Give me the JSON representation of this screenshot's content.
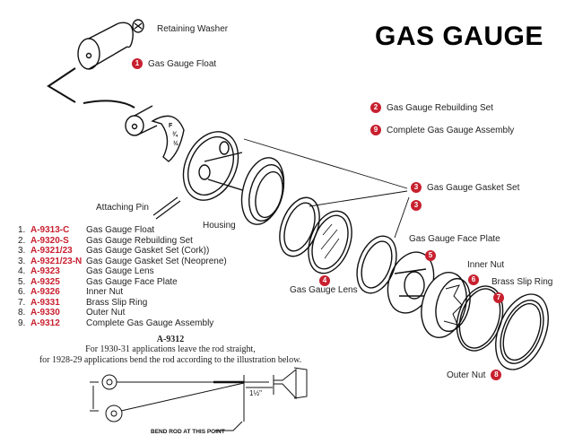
{
  "title": "GAS GAUGE",
  "badge_color": "#c8202f",
  "part_labels": {
    "retaining_washer": "Retaining Washer",
    "float": {
      "badge": "1",
      "text": "Gas Gauge Float"
    },
    "rebuilding_set": {
      "badge": "2",
      "text": "Gas Gauge Rebuilding Set"
    },
    "complete_assembly": {
      "badge": "9",
      "text": "Complete Gas Gauge Assembly"
    },
    "gasket_set": {
      "badge": "3",
      "badge2": "3",
      "text": "Gas Gauge Gasket Set"
    },
    "attaching_pin": "Attaching Pin",
    "housing": "Housing",
    "face_plate": {
      "badge": "5",
      "text": "Gas Gauge Face Plate"
    },
    "lens": {
      "badge": "4",
      "text": "Gas Gauge Lens"
    },
    "inner_nut": {
      "badge": "6",
      "text": "Inner Nut"
    },
    "brass_slip_ring": {
      "badge": "7",
      "text": "Brass Slip Ring"
    },
    "outer_nut": {
      "badge": "8",
      "text": "Outer Nut"
    }
  },
  "parts_list": [
    {
      "num": "1.",
      "code": "A-9313-C",
      "desc": "Gas Gauge Float"
    },
    {
      "num": "2.",
      "code": "A-9320-S",
      "desc": "Gas Gauge Rebuilding Set"
    },
    {
      "num": "3.",
      "code": "A-9321/23",
      "desc": "Gas Gauge Gasket Set (Cork))"
    },
    {
      "num": "3.",
      "code": "A-9321/23-N",
      "desc": "Gas Gauge Gasket Set (Neoprene)"
    },
    {
      "num": "4.",
      "code": "A-9323",
      "desc": "Gas Gauge Lens"
    },
    {
      "num": "5.",
      "code": "A-9325",
      "desc": "Gas Gauge Face Plate"
    },
    {
      "num": "6.",
      "code": "A-9326",
      "desc": "Inner Nut"
    },
    {
      "num": "7.",
      "code": "A-9331",
      "desc": "Brass Slip Ring"
    },
    {
      "num": "8.",
      "code": "A-9330",
      "desc": "Outer Nut"
    },
    {
      "num": "9.",
      "code": "A-9312",
      "desc": "Complete Gas Gauge Assembly"
    }
  ],
  "note": {
    "heading": "A-9312",
    "line1": "For 1930-31 applications leave the rod straight,",
    "line2": "for 1928-29 applications bend the rod according to the illustration below."
  },
  "rod_illustration": {
    "bend_label": "BEND ROD AT THIS POINT",
    "dimension": "1½\""
  },
  "gauge_marks": [
    "F",
    "¾",
    "½"
  ]
}
